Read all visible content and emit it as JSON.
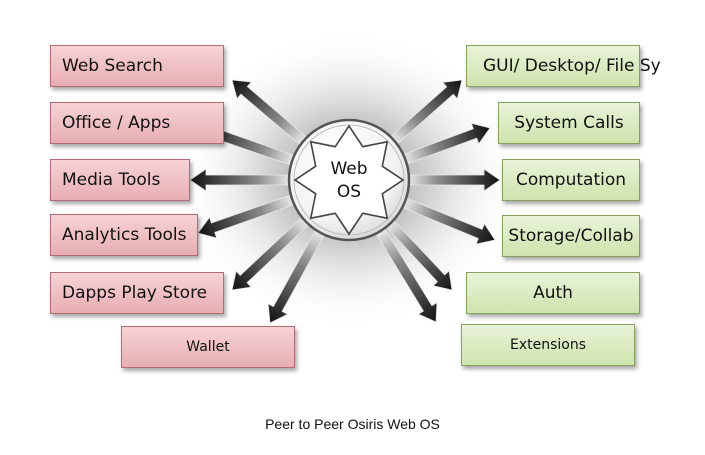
{
  "diagram": {
    "center": {
      "line1": "Web",
      "line2": "OS"
    },
    "left_items": [
      {
        "label": "Web Search"
      },
      {
        "label": "Office / Apps"
      },
      {
        "label": "Media Tools"
      },
      {
        "label": "Analytics Tools"
      },
      {
        "label": "Dapps Play Store"
      },
      {
        "label": "Wallet"
      }
    ],
    "right_items": [
      {
        "label": "GUI/ Desktop/ File Sy"
      },
      {
        "label": "System Calls"
      },
      {
        "label": "Computation"
      },
      {
        "label": "Storage/Collab"
      },
      {
        "label": "Auth"
      },
      {
        "label": "Extensions"
      }
    ],
    "caption": "Peer to Peer Osiris Web OS",
    "colors": {
      "left_fill": "#e8aeb3",
      "left_border": "#b26b72",
      "right_fill": "#cfe3ad",
      "right_border": "#86a15c",
      "arrow_dark": "#111111",
      "arrow_light": "#f2f2f2"
    }
  }
}
